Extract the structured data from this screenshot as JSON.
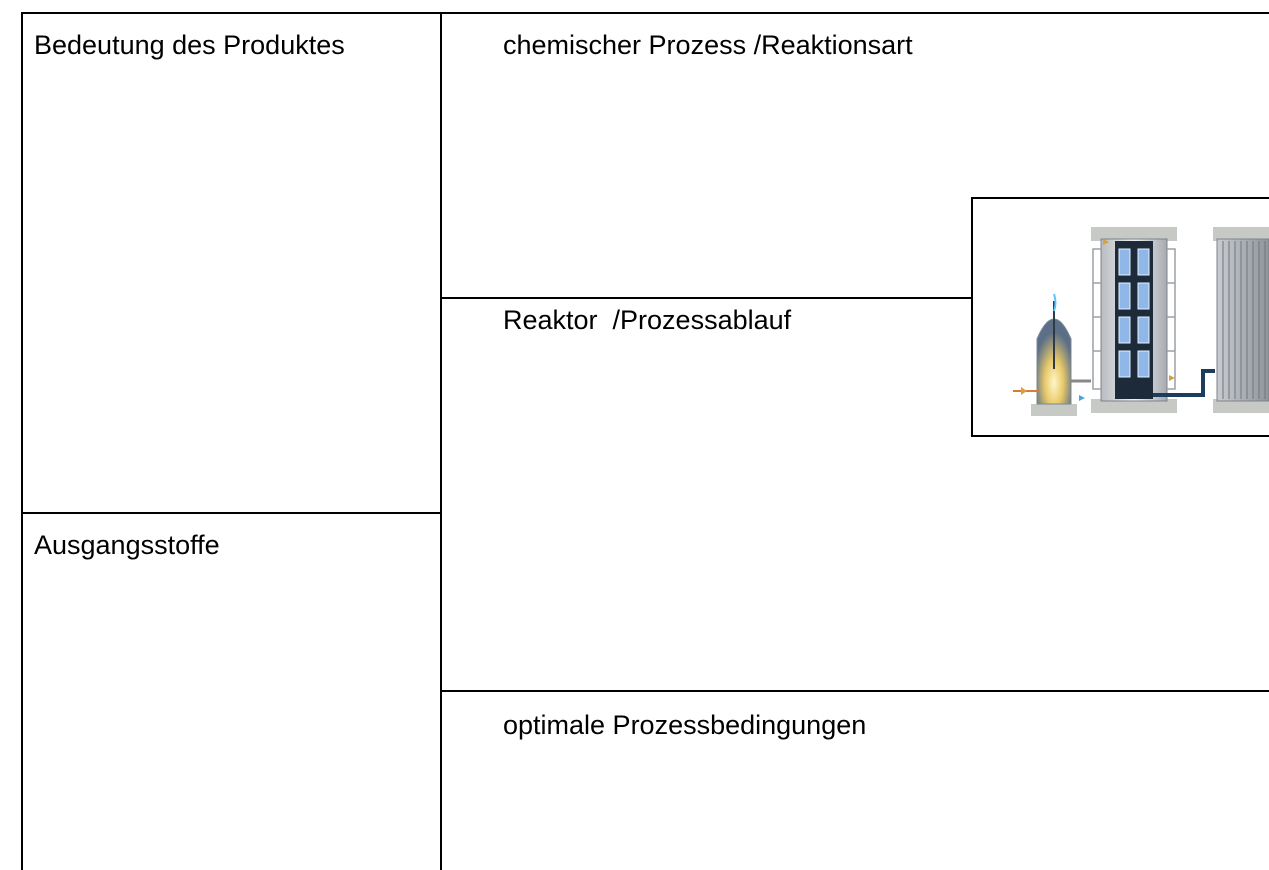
{
  "worksheet": {
    "cells": {
      "product_significance": "Bedeutung des Produktes",
      "chemical_process": "chemischer Prozess /Reaktionsart",
      "reactor_process": "Reaktor  /Prozessablauf",
      "starting_materials": "Ausgangsstoffe",
      "optimal_conditions": "optimale Prozessbedingungen"
    },
    "diagram": {
      "icons": [
        "burner-tower-icon",
        "reactor-column-icon",
        "heat-exchanger-icon"
      ]
    }
  }
}
